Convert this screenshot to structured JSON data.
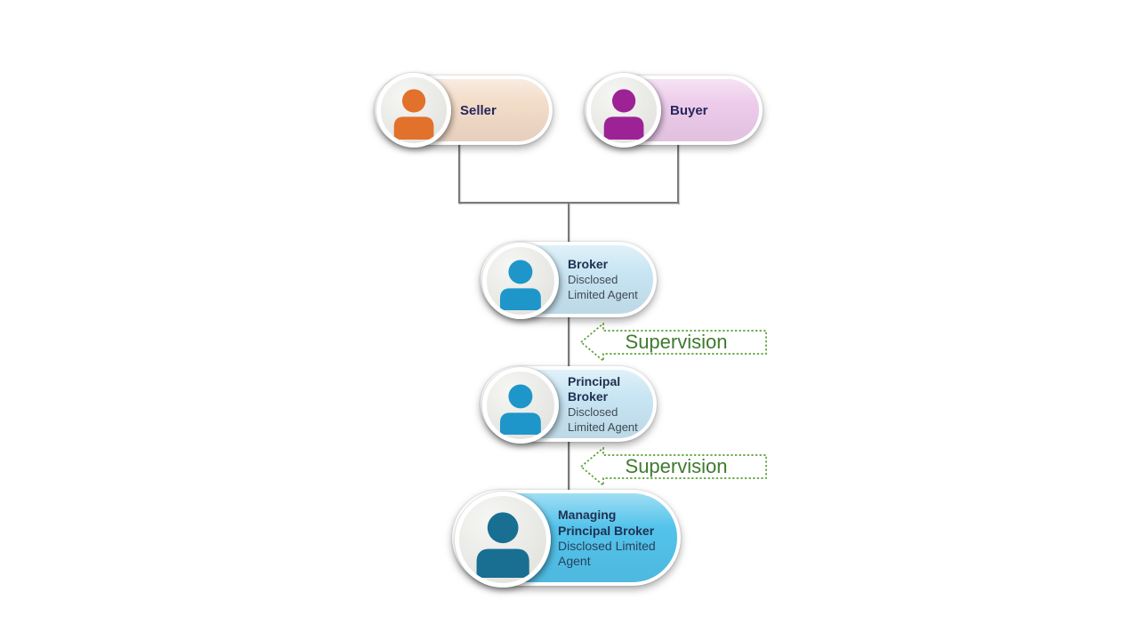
{
  "diagram": {
    "description_labels": {
      "supervision_1": "Supervision",
      "supervision_2": "Supervision"
    },
    "nodes": [
      {
        "id": "seller",
        "title": "Seller",
        "subtitle": "",
        "pill_color": "#f3dcc8",
        "icon_color": "#e2712b"
      },
      {
        "id": "buyer",
        "title": "Buyer",
        "subtitle": "",
        "pill_color": "#edcceb",
        "icon_color": "#9d2296"
      },
      {
        "id": "broker",
        "title": "Broker",
        "subtitle": "Disclosed Limited Agent",
        "pill_color": "#c8e5f3",
        "icon_color": "#1e96c9"
      },
      {
        "id": "principal-broker",
        "title": "Principal Broker",
        "subtitle": "Disclosed Limited Agent",
        "pill_color": "#c8e5f3",
        "icon_color": "#1e96c9"
      },
      {
        "id": "managing-principal-broker",
        "title": "Managing Principal Broker",
        "subtitle": "Disclosed Limited Agent",
        "pill_color": "#53c3eb",
        "icon_color": "#186f92"
      }
    ],
    "colors": {
      "connector": "#7a7a7a",
      "supervision_text": "#3e7a2e",
      "supervision_border": "#5ba037",
      "title_text": "#203152",
      "subtitle_text": "#3f4a55",
      "party_title_text": "#26265e"
    }
  }
}
